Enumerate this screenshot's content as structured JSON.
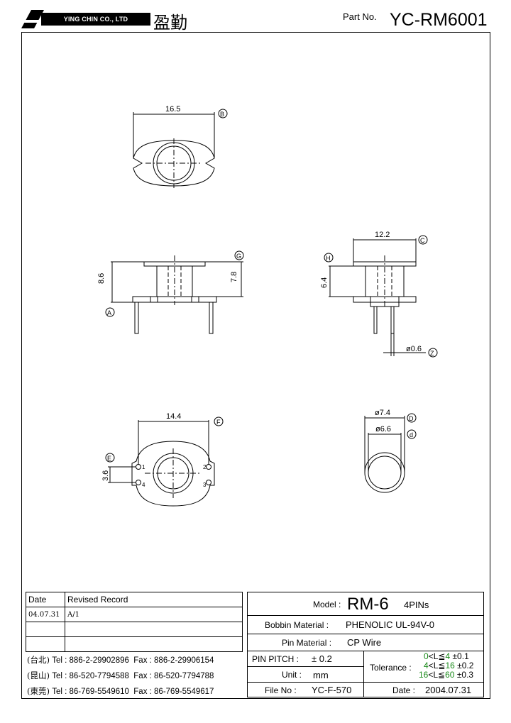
{
  "header": {
    "company": "YING CHIN CO., LTD",
    "company_cn": "盈勤",
    "part_no_label": "Part No.",
    "part_no": "YC-RM6001"
  },
  "dimensions": {
    "top_width": "16.5",
    "side_total_height": "8.6",
    "side_body_height": "7.8",
    "right_width": "12.2",
    "right_height": "6.4",
    "pin_dia": "ø0.6",
    "bottom_width": "14.4",
    "bottom_pitch": "3.6",
    "outer_dia": "ø7.4",
    "inner_dia": "ø6.6"
  },
  "callouts": {
    "B": "B",
    "G": "G",
    "A": "A",
    "C": "C",
    "H": "H",
    "Z": "Z",
    "F": "F",
    "E": "E",
    "D": "D",
    "d": "d"
  },
  "pin_numbers": [
    "1",
    "2",
    "3",
    "4"
  ],
  "revision": {
    "date_header": "Date",
    "record_header": "Revised Record",
    "rows": [
      {
        "date": "04.07.31",
        "record": "A/1"
      },
      {
        "date": "",
        "record": ""
      },
      {
        "date": "",
        "record": ""
      }
    ]
  },
  "contacts": [
    {
      "city": "(台北)",
      "tel": "Tel : 886-2-29902896",
      "fax": "Fax : 886-2-29906154"
    },
    {
      "city": "(昆山)",
      "tel": "Tel : 86-520-7794588",
      "fax": "Fax : 86-520-7794788"
    },
    {
      "city": "(東莞)",
      "tel": "Tel : 86-769-5549610",
      "fax": "Fax : 86-769-5549617"
    }
  ],
  "spec": {
    "model_label": "Model :",
    "model": "RM-6",
    "pins": "4PINs",
    "bobbin_label": "Bobbin  Material :",
    "bobbin": "PHENOLIC UL-94V-0",
    "pin_material_label": "Pin  Material :",
    "pin_material": "CP  Wire",
    "pin_pitch_label": "PIN  PITCH :",
    "pin_pitch": "± 0.2",
    "unit_label": "Unit :",
    "unit": "mm",
    "tolerance_label": "Tolerance :",
    "tolerances": [
      {
        "range_a": "0",
        "range_b": "4",
        "tol": "±0.1"
      },
      {
        "range_a": "4",
        "range_b": "16",
        "tol": "±0.2"
      },
      {
        "range_a": "16",
        "range_b": "60",
        "tol": "±0.3"
      }
    ],
    "file_label": "File  No :",
    "file_no": "YC-F-570",
    "date_label": "Date :",
    "date": "2004.07.31"
  }
}
